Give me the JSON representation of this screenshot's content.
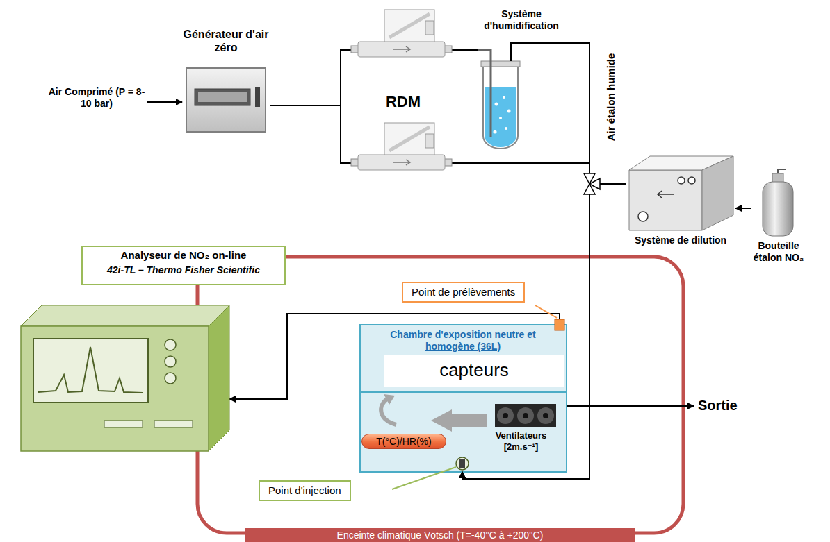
{
  "diagram": {
    "nodes": [
      {
        "text": [
          "Générateur d'air zéro"
        ]
      },
      {
        "text": [
          "Système d'humidification"
        ]
      },
      {
        "text": [
          "Système de dilution"
        ]
      },
      {
        "text": [
          "Bouteille étalon NO₂"
        ]
      },
      {
        "text": [
          "Analyseur de NO₂ on-line",
          "42i-TL – Thermo Fisher Scientific"
        ]
      },
      {
        "text": [
          "Enceinte climatique Vötsch (T=-40°C à +200°C)"
        ]
      },
      {
        "text": [
          "Chambre d'exposition neutre et homogène (36L)"
        ],
        "in": 5
      },
      {
        "text": [
          "capteurs"
        ],
        "in": 6
      },
      {
        "text": [
          "T(°C)/HR(%)"
        ],
        "in": 6
      },
      {
        "text": [
          "Ventilateurs [2m.s⁻¹]"
        ],
        "in": 6
      },
      {
        "text": [
          "Point de prélèvements"
        ],
        "in": 5
      },
      {
        "text": [
          "Point d'injection"
        ],
        "in": 5
      }
    ],
    "edges": [
      {
        "from": 0,
        "to": 1,
        "arrow": "none"
      },
      {
        "from": 1,
        "to": 6,
        "arrow": "to"
      },
      {
        "from": 0,
        "to": 6,
        "arrow": "to"
      },
      {
        "from": 3,
        "to": 2,
        "arrow": "to"
      },
      {
        "from": 2,
        "to": 6,
        "arrow": "to"
      },
      {
        "from": 6,
        "to": 4,
        "arrow": "to"
      }
    ],
    "labels": [
      "Air Comprimé (P = 8-10 bar)",
      "RDM",
      "Air étalon humide",
      "Sortie"
    ]
  }
}
